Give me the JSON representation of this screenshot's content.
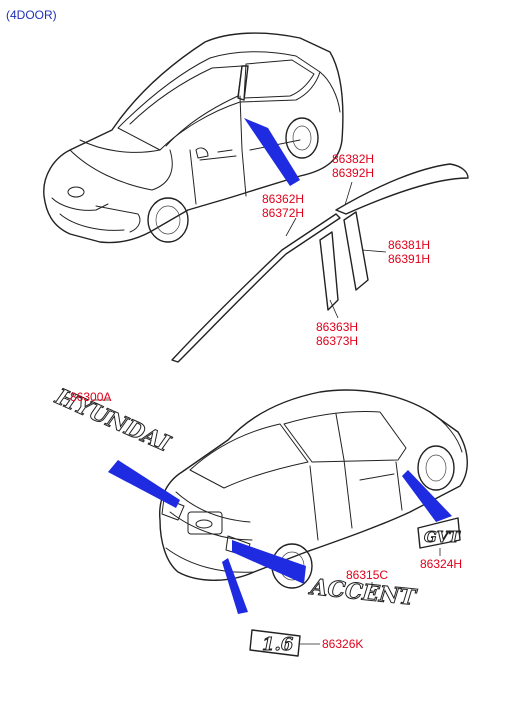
{
  "header": {
    "title": "(4DOOR)"
  },
  "colors": {
    "label": "#e0001a",
    "header": "#1f2fb8",
    "callout": "#1f2be0",
    "line": "#222222"
  },
  "parts": [
    {
      "id": "p0",
      "lines": [
        "86382H",
        "86392H"
      ]
    },
    {
      "id": "p1",
      "lines": [
        "86362H",
        "86372H"
      ]
    },
    {
      "id": "p2",
      "lines": [
        "86381H",
        "86391H"
      ]
    },
    {
      "id": "p3",
      "lines": [
        "86363H",
        "86373H"
      ]
    },
    {
      "id": "p4",
      "lines": [
        "86300A"
      ]
    },
    {
      "id": "p5",
      "lines": [
        "86315C"
      ]
    },
    {
      "id": "p6",
      "lines": [
        "86324H"
      ]
    },
    {
      "id": "p7",
      "lines": [
        "86326K"
      ]
    }
  ],
  "emblems": {
    "brand": "HYUNDAI",
    "model": "ACCENT",
    "engine": "1.6",
    "trim": "GVT"
  }
}
